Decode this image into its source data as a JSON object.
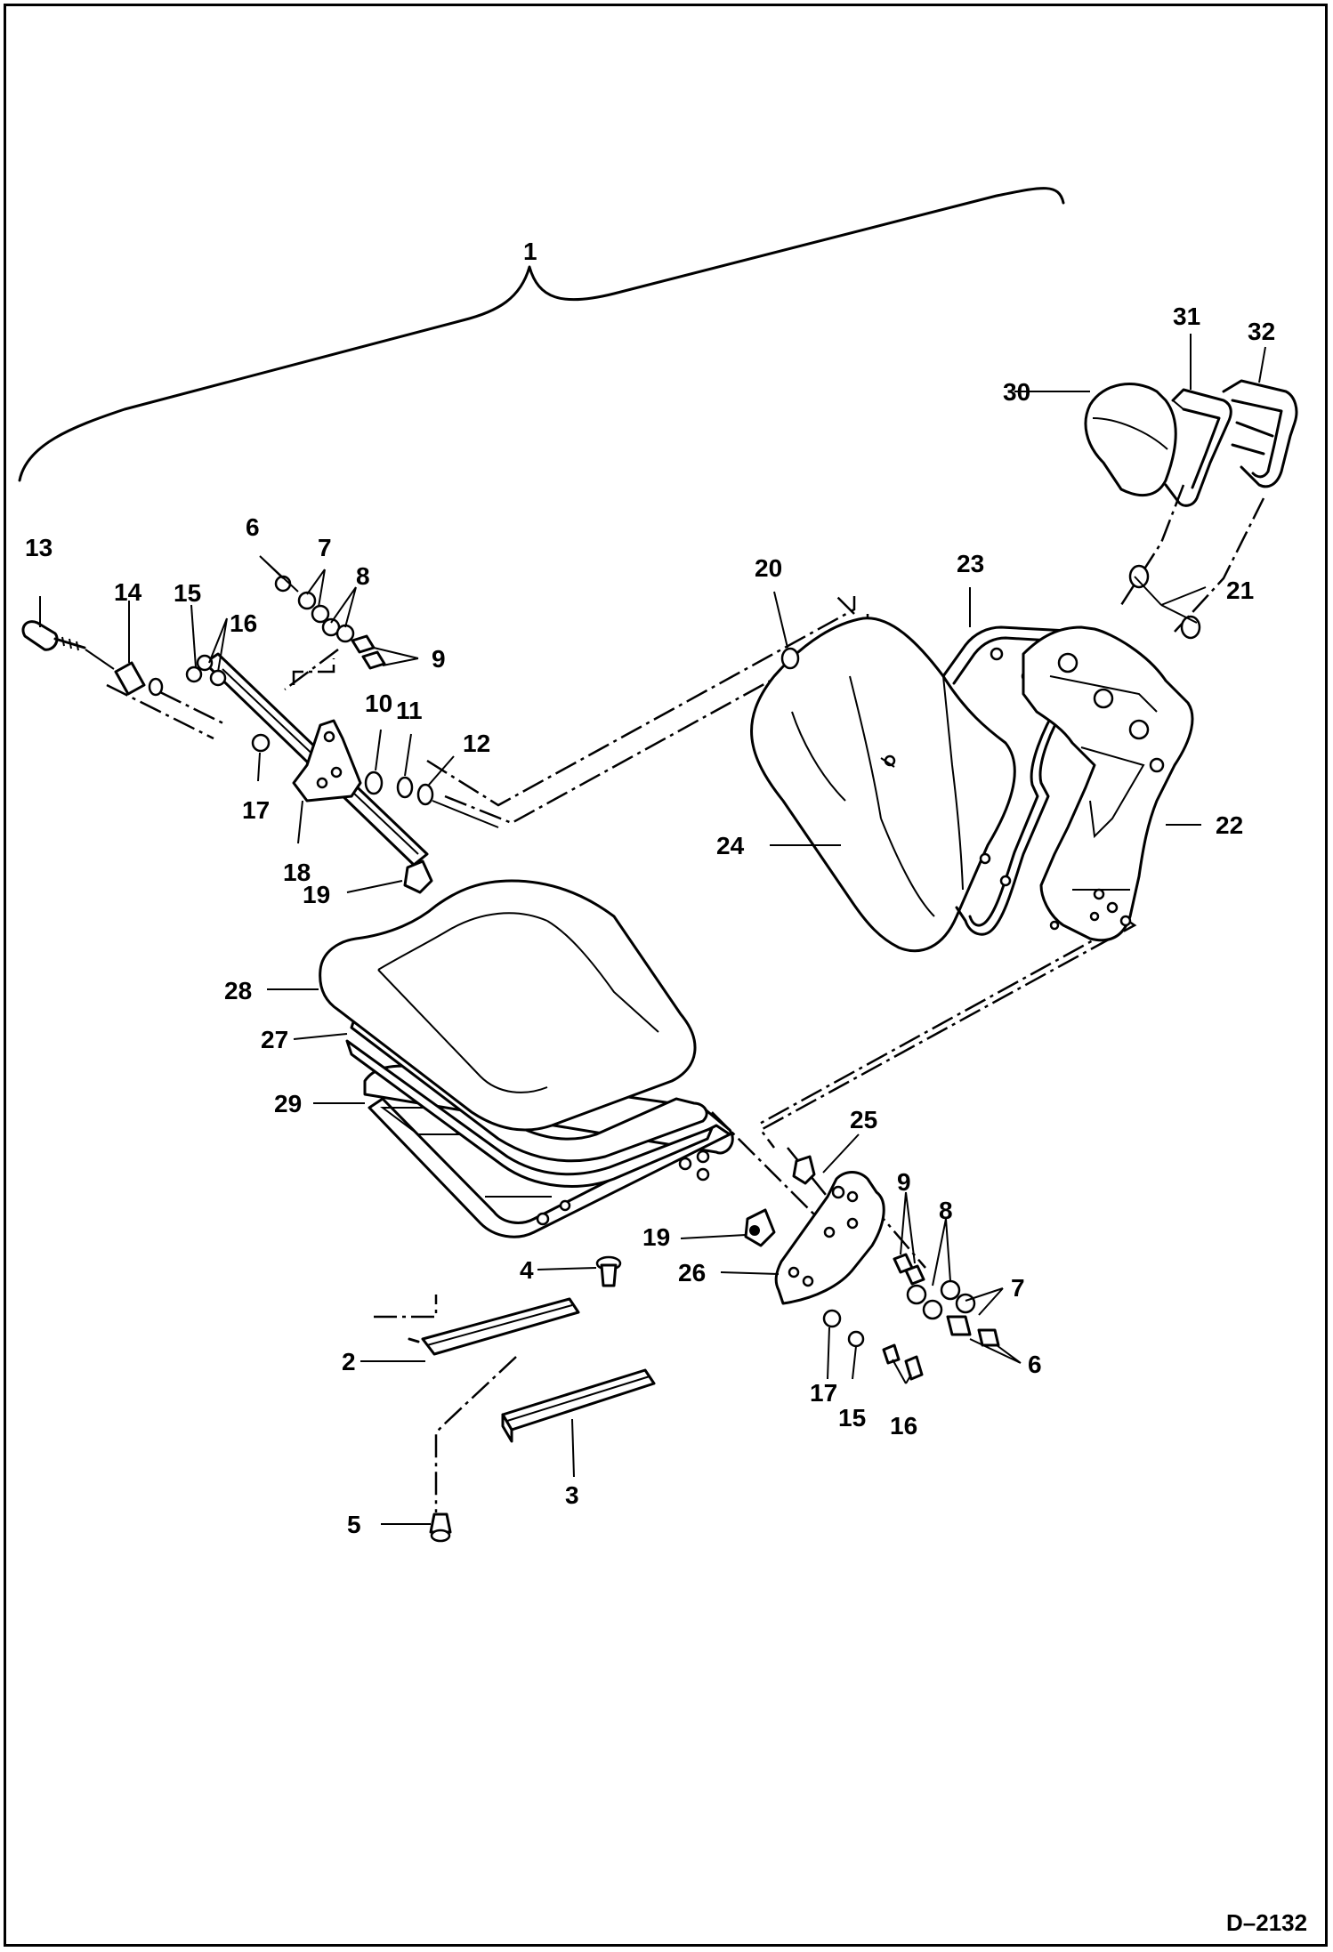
{
  "diagram": {
    "drawing_code": "D–2132",
    "callouts": [
      "1",
      "2",
      "3",
      "4",
      "5",
      "6",
      "6",
      "7",
      "7",
      "8",
      "8",
      "9",
      "9",
      "10",
      "11",
      "12",
      "13",
      "14",
      "15",
      "15",
      "16",
      "16",
      "17",
      "17",
      "18",
      "19",
      "19",
      "20",
      "21",
      "22",
      "23",
      "24",
      "25",
      "26",
      "27",
      "28",
      "29",
      "30",
      "31",
      "32"
    ]
  }
}
